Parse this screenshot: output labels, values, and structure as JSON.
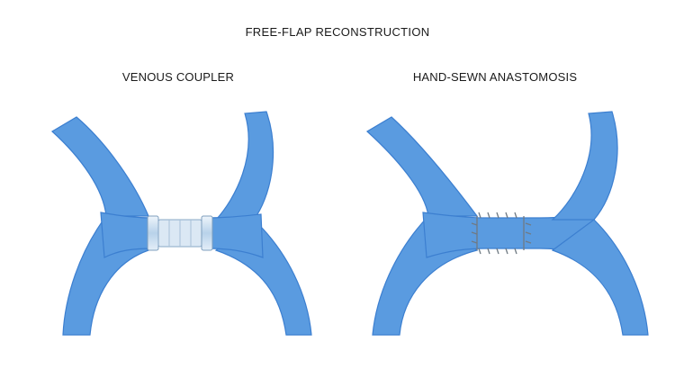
{
  "title": "FREE-FLAP RECONSTRUCTION",
  "panels": [
    {
      "label": "VENOUS COUPLER"
    },
    {
      "label": "HAND-SEWN ANASTOMOSIS"
    }
  ],
  "colors": {
    "vessel": "#5a9be0",
    "vessel_dark": "#3c7fd0",
    "vessel_light": "#8cc0f0",
    "coupler": "#d8e6f2",
    "suture": "#707a84"
  }
}
